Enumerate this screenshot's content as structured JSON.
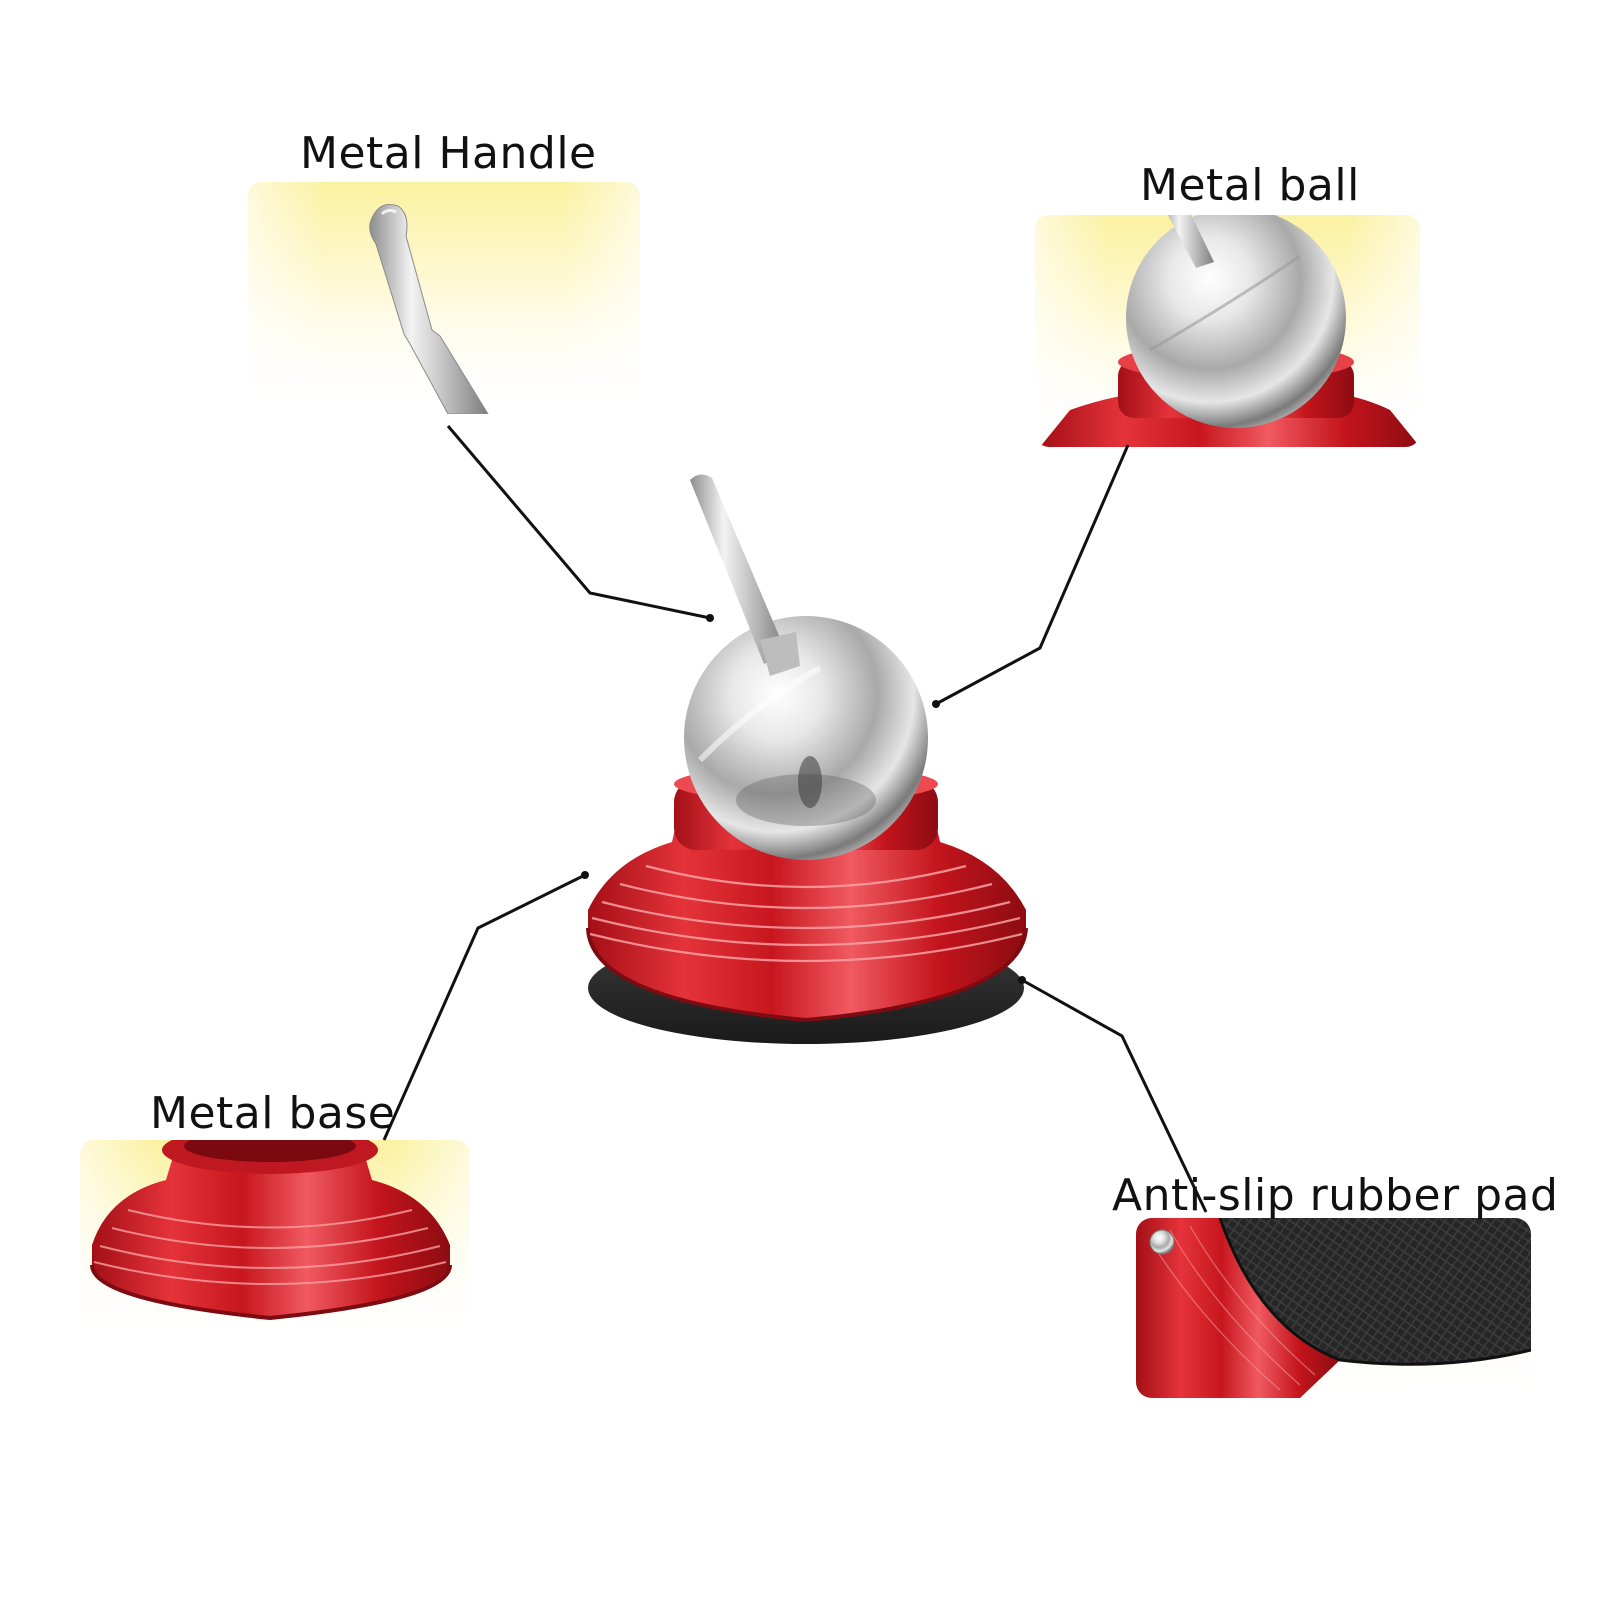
{
  "callouts": {
    "handle": {
      "label": "Metal Handle"
    },
    "ball": {
      "label": "Metal ball"
    },
    "base": {
      "label": "Metal base"
    },
    "pad": {
      "label": "Anti-slip rubber pad"
    }
  },
  "colors": {
    "base_red": "#d11a22",
    "base_red_dark": "#8e0d13",
    "base_red_light": "#f26a6e",
    "chrome_light": "#f4f4f4",
    "chrome_dark": "#6f6f6f",
    "panel_yellow": "#fbf3a8",
    "rubber_dark": "#2a2a2a",
    "leader_line": "#111111"
  },
  "icons": {
    "main": "joystick-product-icon",
    "handle": "metal-handle-icon",
    "ball": "metal-ball-icon",
    "base": "metal-base-icon",
    "pad": "rubber-pad-icon"
  }
}
